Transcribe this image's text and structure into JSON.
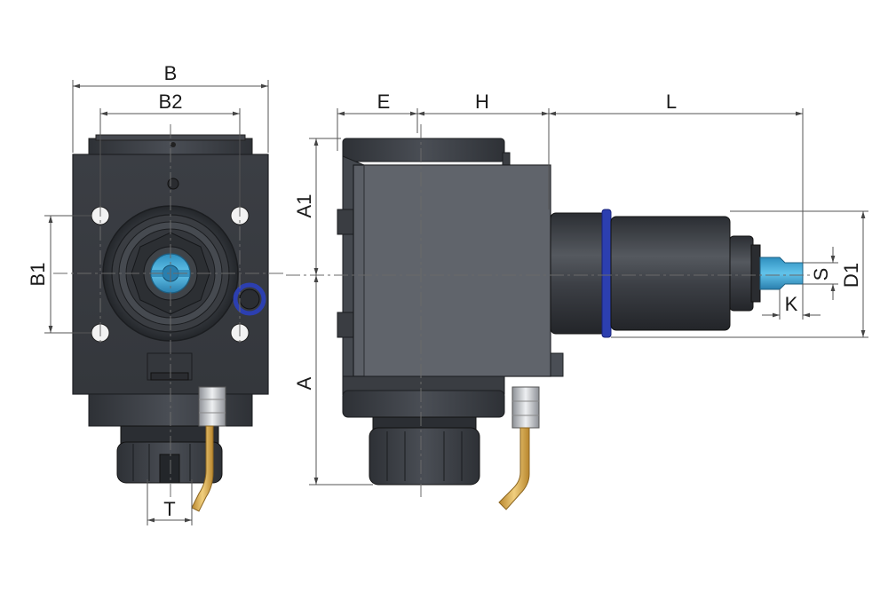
{
  "dimensions": {
    "B": "B",
    "B2": "B2",
    "B1": "B1",
    "T": "T",
    "E": "E",
    "H": "H",
    "L": "L",
    "A1": "A1",
    "A": "A",
    "S": "S",
    "K": "K",
    "D1": "D1"
  },
  "colors": {
    "body_dark": "#3a3d42",
    "body_mid": "#5b5f66",
    "body_light": "#6c7077",
    "tool_blue": "#3fa9d6",
    "oring_blue": "#2c3fb0",
    "coolant_pipe": "#d9a74a"
  }
}
